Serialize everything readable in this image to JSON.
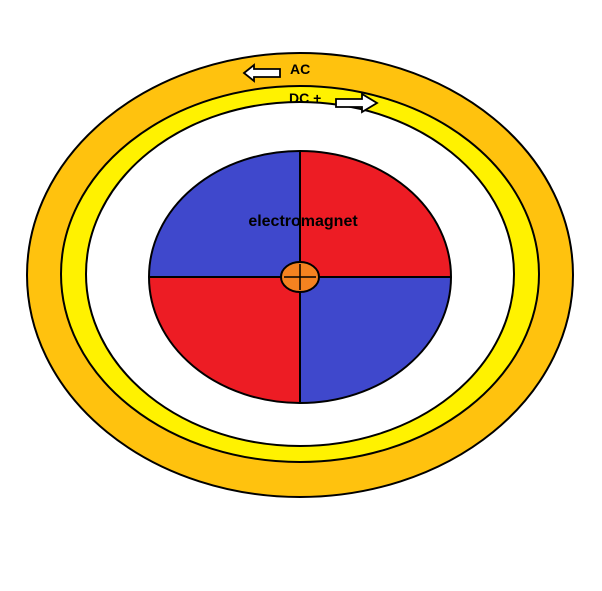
{
  "labels": {
    "ac": "AC",
    "dc": "DC +",
    "core": "electromagnet"
  },
  "icons": {
    "ac_arrow": "left-arrow-icon",
    "dc_arrow": "right-arrow-icon",
    "hub": "circle-cross-icon"
  },
  "colors": {
    "outer_ring": "#ffc20e",
    "inner_ring": "#fff200",
    "gap": "#ffffff",
    "quadrant_red": "#ed1c24",
    "quadrant_blue": "#3f48cc",
    "hub": "#f58220",
    "outline": "#000000"
  }
}
